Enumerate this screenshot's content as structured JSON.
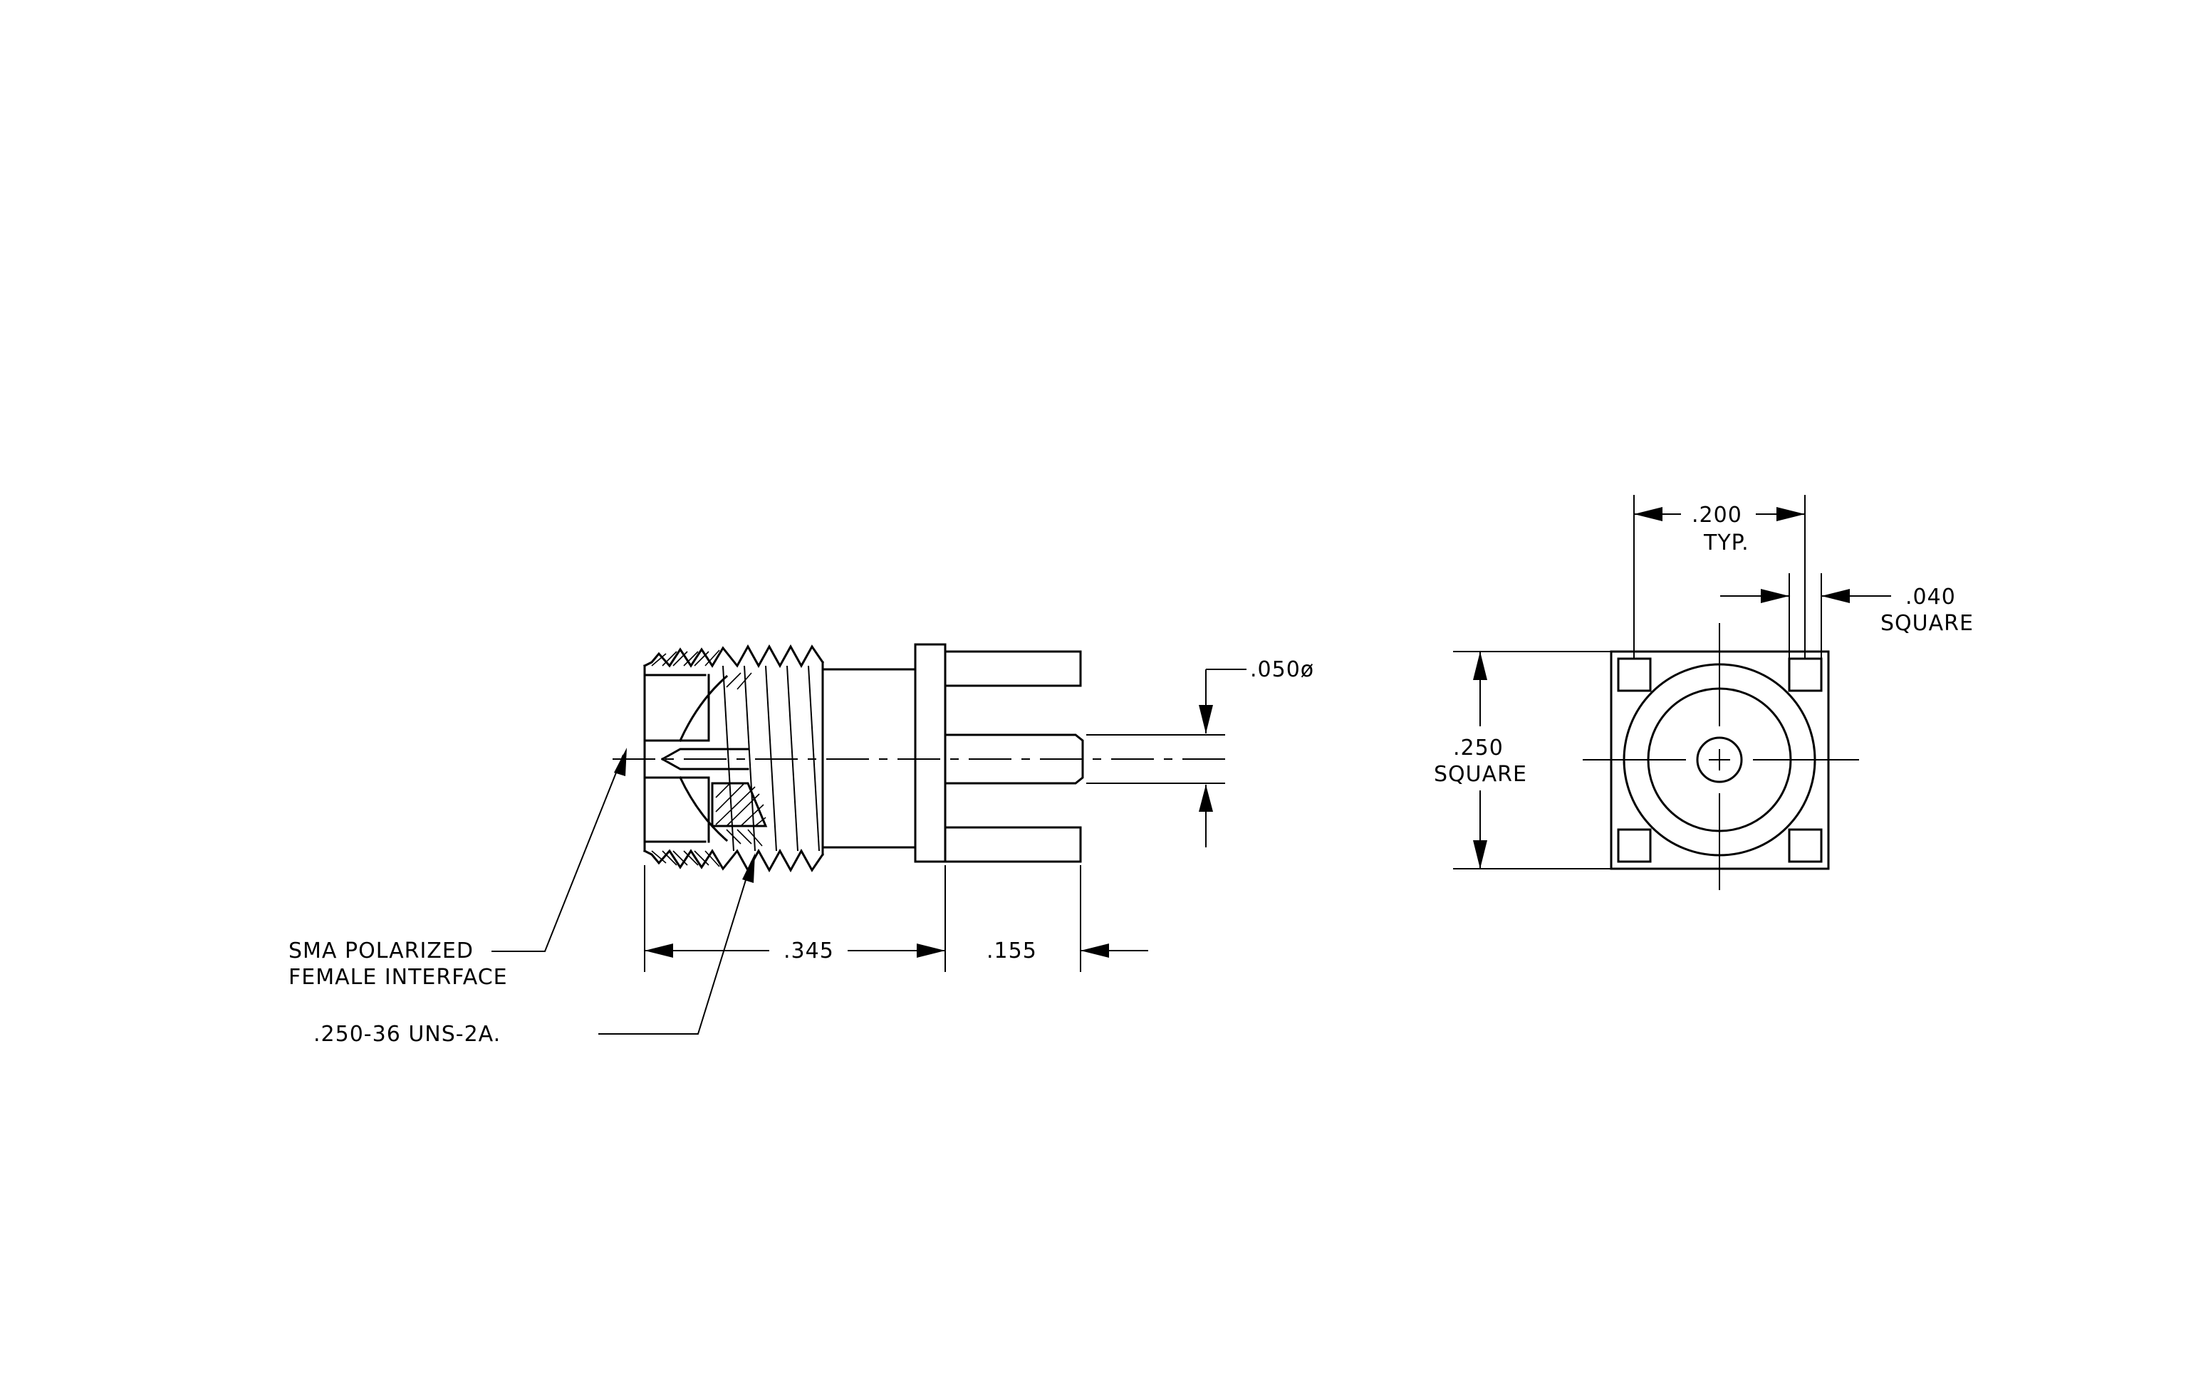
{
  "labels": {
    "interface_line1": "SMA POLARIZED",
    "interface_line2": "FEMALE INTERFACE",
    "thread_spec": ".250-36 UNS-2A.",
    "dim_body_length": ".345",
    "dim_pin_length": ".155",
    "dim_pin_diameter": ".050ø",
    "dim_pin_spacing": ".200",
    "dim_pin_spacing_note": "TYP.",
    "dim_pad_size": ".040",
    "dim_pad_size_note": "SQUARE",
    "dim_flange_size": ".250",
    "dim_flange_size_note": "SQUARE"
  },
  "colors": {
    "line": "#000000",
    "background": "#ffffff"
  }
}
